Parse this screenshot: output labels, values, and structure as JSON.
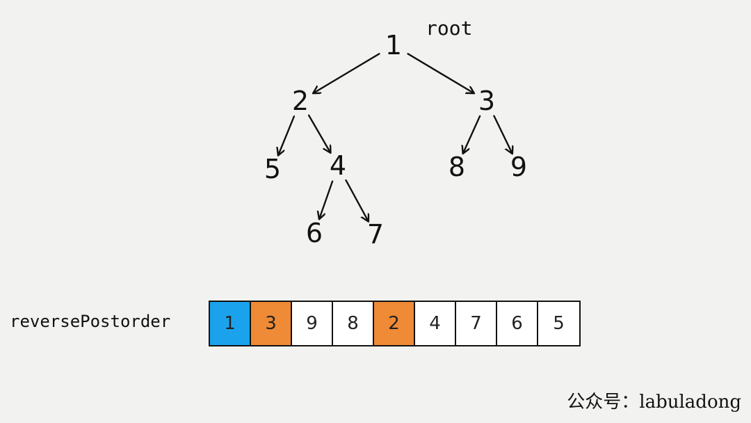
{
  "tree": {
    "root_tag": "root",
    "nodes": [
      {
        "id": "n1",
        "label": "1"
      },
      {
        "id": "n2",
        "label": "2"
      },
      {
        "id": "n3",
        "label": "3"
      },
      {
        "id": "n5",
        "label": "5"
      },
      {
        "id": "n4",
        "label": "4"
      },
      {
        "id": "n8",
        "label": "8"
      },
      {
        "id": "n9",
        "label": "9"
      },
      {
        "id": "n6",
        "label": "6"
      },
      {
        "id": "n7",
        "label": "7"
      }
    ],
    "edges": [
      {
        "from": "n1",
        "to": "n2"
      },
      {
        "from": "n1",
        "to": "n3"
      },
      {
        "from": "n2",
        "to": "n5"
      },
      {
        "from": "n2",
        "to": "n4"
      },
      {
        "from": "n3",
        "to": "n8"
      },
      {
        "from": "n3",
        "to": "n9"
      },
      {
        "from": "n4",
        "to": "n6"
      },
      {
        "from": "n4",
        "to": "n7"
      }
    ]
  },
  "array": {
    "label": "reversePostorder",
    "cells": [
      {
        "value": "1",
        "color": "#1aa3ec"
      },
      {
        "value": "3",
        "color": "#ef8a36"
      },
      {
        "value": "9",
        "color": "#ffffff"
      },
      {
        "value": "8",
        "color": "#ffffff"
      },
      {
        "value": "2",
        "color": "#ef8a36"
      },
      {
        "value": "4",
        "color": "#ffffff"
      },
      {
        "value": "7",
        "color": "#ffffff"
      },
      {
        "value": "6",
        "color": "#ffffff"
      },
      {
        "value": "5",
        "color": "#ffffff"
      }
    ]
  },
  "watermark": "公众号：labuladong"
}
